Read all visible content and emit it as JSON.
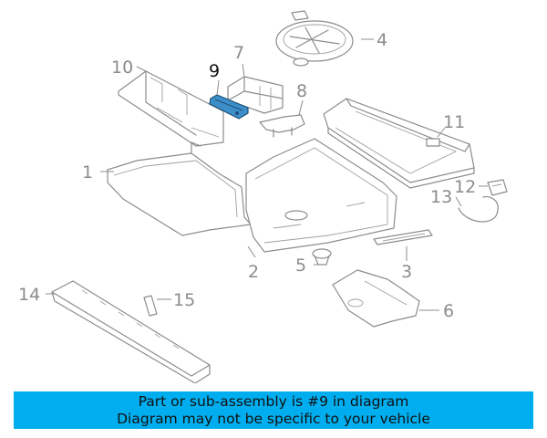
{
  "callouts": {
    "c1": "1",
    "c2": "2",
    "c3": "3",
    "c4": "4",
    "c5": "5",
    "c6": "6",
    "c7": "7",
    "c8": "8",
    "c9": "9",
    "c10": "10",
    "c11": "11",
    "c12": "12",
    "c13": "13",
    "c14": "14",
    "c15": "15"
  },
  "highlighted_part": "9",
  "colors": {
    "highlight": "#3c8fc8",
    "banner": "#00aeef",
    "lines": "#8c8c8c"
  },
  "banner": {
    "line1": "Part or sub-assembly is #9 in diagram",
    "line2": "Diagram may not be specific to your vehicle"
  }
}
